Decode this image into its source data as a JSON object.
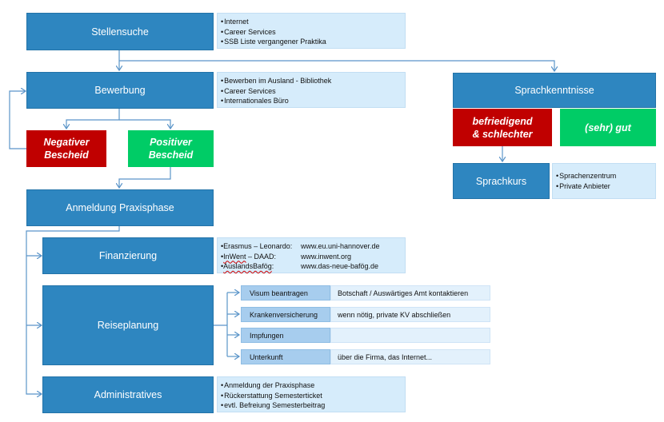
{
  "stellensuche": {
    "title": "Stellensuche",
    "items": [
      "Internet",
      "Career Services",
      "SSB Liste vergangener Praktika"
    ]
  },
  "bewerbung": {
    "title": "Bewerbung",
    "items": [
      "Bewerben im Ausland - Bibliothek",
      "Career Services",
      "Internationales Büro"
    ]
  },
  "bescheid": {
    "negativ_line1": "Negativer",
    "negativ_line2": "Bescheid",
    "positiv_line1": "Positiver",
    "positiv_line2": "Bescheid"
  },
  "sprache": {
    "title": "Sprachkenntnisse",
    "bad_line1": "befriedigend",
    "bad_line2": "& schlechter",
    "good": "(sehr) gut",
    "kurs": "Sprachkurs",
    "kurs_items": [
      "Sprachenzentrum",
      "Private Anbieter"
    ]
  },
  "anmeldung": {
    "title": "Anmeldung Praxisphase"
  },
  "finanzierung": {
    "title": "Finanzierung",
    "rows": [
      {
        "label": "Erasmus – Leonardo:",
        "value": "www.eu.uni-hannover.de"
      },
      {
        "label_a": "InWent",
        "label_b": " – DAAD:",
        "value": "www.inwent.org"
      },
      {
        "label_a": "AuslandsBafög",
        "label_b": ":",
        "value": "www.das-neue-bafög.de"
      }
    ]
  },
  "reiseplanung": {
    "title": "Reiseplanung",
    "rows": [
      {
        "label": "Visum beantragen",
        "value": "Botschaft / Auswärtiges Amt kontaktieren"
      },
      {
        "label": "Krankenversicherung",
        "value": "wenn nötig, private KV abschließen"
      },
      {
        "label": "Impfungen",
        "value": ""
      },
      {
        "label": "Unterkunft",
        "value": "über die Firma, das Internet..."
      }
    ]
  },
  "administratives": {
    "title": "Administratives",
    "items": [
      "Anmeldung der Praxisphase",
      "Rückerstattung Semesterticket",
      "evtl. Befreiung Semesterbeitrag"
    ]
  },
  "colors": {
    "blue": "#2e86c0",
    "red": "#c00000",
    "green": "#00cc66",
    "panel": "#d6ecfb",
    "connector": "#5b95c9"
  }
}
